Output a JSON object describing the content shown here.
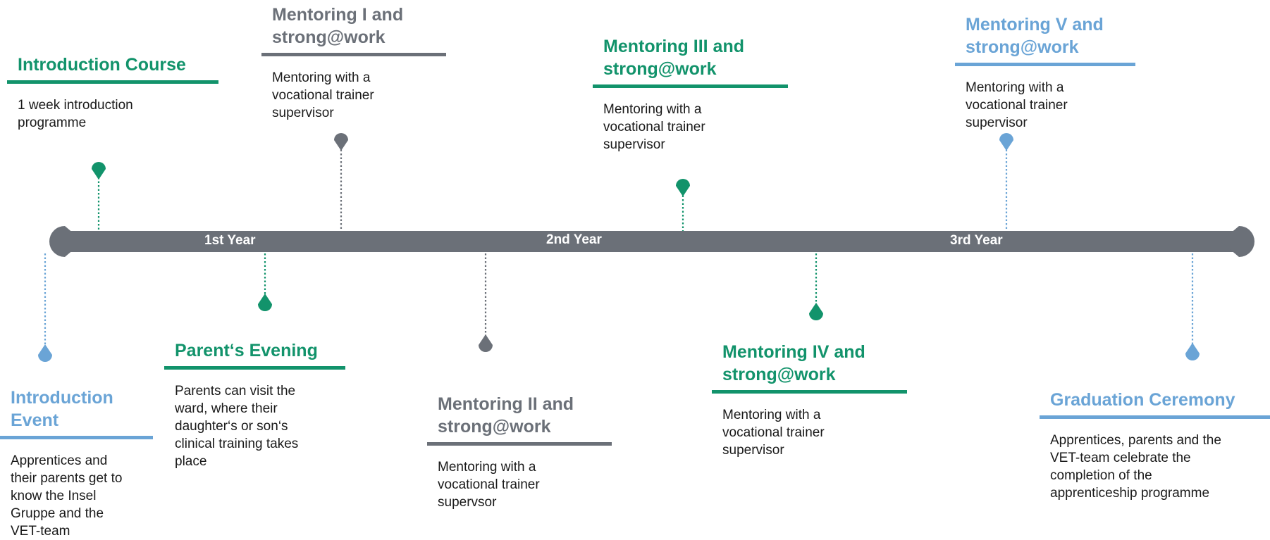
{
  "colors": {
    "green": "#12936b",
    "gray": "#6b7078",
    "blue": "#6aa4d6",
    "bar": "#6b7078"
  },
  "timeline": {
    "years": [
      "1st Year",
      "2nd Year",
      "3rd Year"
    ]
  },
  "events": [
    {
      "id": "introduction-course",
      "title": "Introduction Course",
      "text": "1 week introduction\nprogramme",
      "color": "green"
    },
    {
      "id": "introduction-event",
      "title": "Introduction\nEvent",
      "text": "Apprentices and\ntheir parents get to\nknow the Insel\nGruppe and the\nVET-team",
      "color": "blue"
    },
    {
      "id": "parents-evening",
      "title": "Parent‘s Evening",
      "text": "Parents can visit the\nward, where their\ndaughter‘s or son‘s\nclinical training takes\nplace",
      "color": "green"
    },
    {
      "id": "mentoring-1",
      "title": "Mentoring I and\nstrong@work",
      "text": "Mentoring with a\nvocational trainer\nsupervisor",
      "color": "gray"
    },
    {
      "id": "mentoring-2",
      "title": "Mentoring II and\nstrong@work",
      "text": "Mentoring with a\nvocational trainer\nsupervsor",
      "color": "gray"
    },
    {
      "id": "mentoring-3",
      "title": "Mentoring III and\nstrong@work",
      "text": "Mentoring with a\nvocational trainer\nsupervisor",
      "color": "green"
    },
    {
      "id": "mentoring-4",
      "title": "Mentoring IV and\nstrong@work",
      "text": "Mentoring with a\nvocational trainer\nsupervisor",
      "color": "green"
    },
    {
      "id": "mentoring-5",
      "title": "Mentoring V and\nstrong@work",
      "text": "Mentoring with a\nvocational trainer\nsupervisor",
      "color": "blue"
    },
    {
      "id": "graduation-ceremony",
      "title": "Graduation Ceremony",
      "text": "Apprentices, parents and the\nVET-team celebrate the\ncompletion of the\napprenticeship programme",
      "color": "blue"
    }
  ]
}
